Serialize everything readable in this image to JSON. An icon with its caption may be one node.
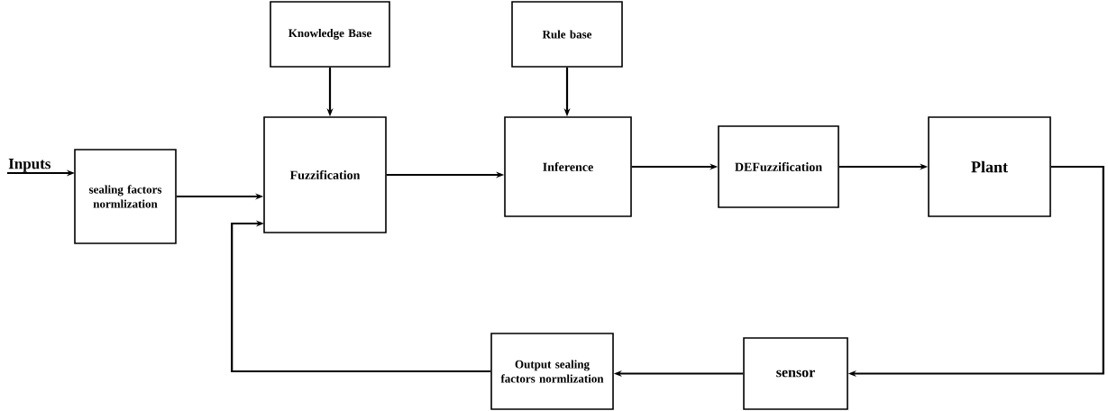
{
  "diagram": {
    "nodes": [
      {
        "text": [
          "Knowledge Base"
        ]
      },
      {
        "text": [
          "Rule base"
        ]
      },
      {
        "text": [
          "sealing factors normlization"
        ]
      },
      {
        "text": [
          "Fuzzification"
        ]
      },
      {
        "text": [
          "Inference"
        ]
      },
      {
        "text": [
          "DEFuzzification"
        ]
      },
      {
        "text": [
          "Plant"
        ]
      },
      {
        "text": [
          "Output sealing factors normlization"
        ]
      },
      {
        "text": [
          "sensor"
        ]
      }
    ],
    "edges": [
      {
        "from": null,
        "to": 2,
        "arrow": "to",
        "label": "Inputs"
      },
      {
        "from": 2,
        "to": 3,
        "arrow": "to"
      },
      {
        "from": 0,
        "to": 3,
        "arrow": "to"
      },
      {
        "from": 1,
        "to": 4,
        "arrow": "to"
      },
      {
        "from": 3,
        "to": 4,
        "arrow": "to"
      },
      {
        "from": 4,
        "to": 5,
        "arrow": "to"
      },
      {
        "from": 5,
        "to": 6,
        "arrow": "to"
      },
      {
        "from": 6,
        "to": 8,
        "arrow": "to"
      },
      {
        "from": 8,
        "to": 7,
        "arrow": "to"
      },
      {
        "from": 7,
        "to": 3,
        "arrow": "to"
      }
    ]
  }
}
